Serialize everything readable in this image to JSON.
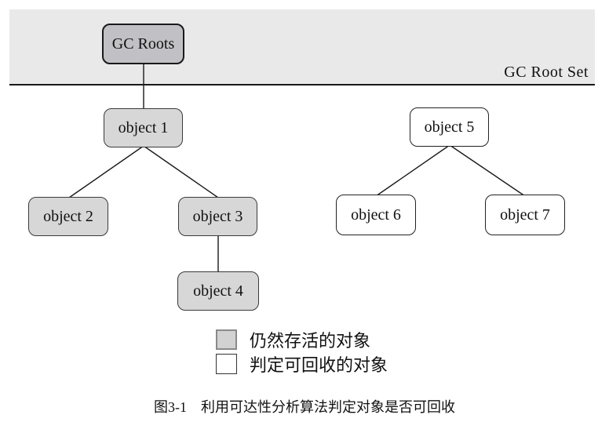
{
  "diagram": {
    "band_label": "GC Root Set",
    "root_node": {
      "label": "GC Roots"
    },
    "nodes": [
      {
        "id": "object-1",
        "label": "object 1",
        "state": "alive"
      },
      {
        "id": "object-2",
        "label": "object 2",
        "state": "alive"
      },
      {
        "id": "object-3",
        "label": "object 3",
        "state": "alive"
      },
      {
        "id": "object-4",
        "label": "object 4",
        "state": "alive"
      },
      {
        "id": "object-5",
        "label": "object 5",
        "state": "collectible"
      },
      {
        "id": "object-6",
        "label": "object 6",
        "state": "collectible"
      },
      {
        "id": "object-7",
        "label": "object 7",
        "state": "collectible"
      }
    ],
    "edges": [
      "GC Roots → object 1",
      "object 1 → object 2",
      "object 1 → object 3",
      "object 3 → object 4",
      "object 5 → object 6",
      "object 5 → object 7"
    ],
    "legend": [
      {
        "label": "仍然存活的对象"
      },
      {
        "label": "判定可回收的对象"
      }
    ],
    "caption": "图3-1　利用可达性分析算法判定对象是否可回收",
    "colors": {
      "band_fill": "#e9e9e9",
      "root_fill": "#c1c1c5",
      "alive_fill": "#d7d7d7",
      "collectible_fill": "#ffffff",
      "line": "#1a1a1a"
    }
  }
}
